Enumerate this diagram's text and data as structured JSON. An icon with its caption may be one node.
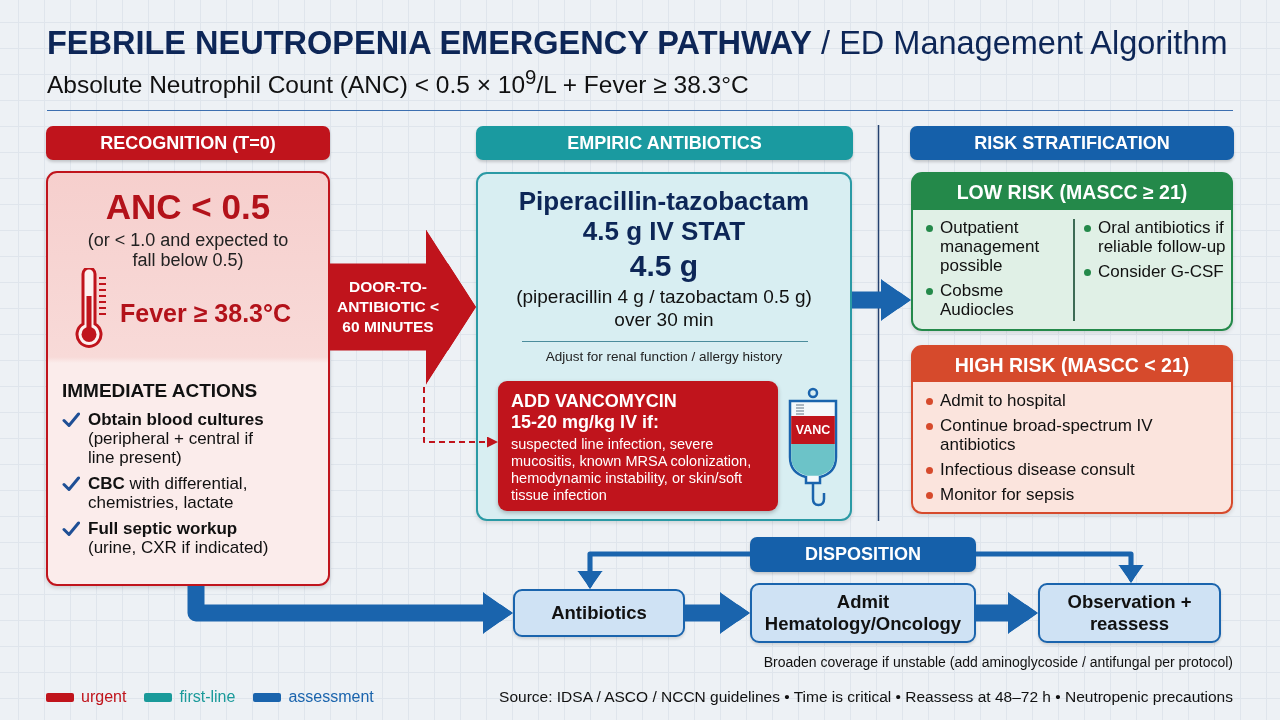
{
  "diagram": {
    "title": "**FEBRILE NEUTROPENIA EMERGENCY PATHWAY** / ED Management Algorithm",
    "nodes": [
      {
        "text": [
          "RECOGNITION (T=0)"
        ]
      },
      {
        "text": [
          "ANC < 0.5",
          "(or < 1.0 and expected to fall below 0.5)",
          "Fever ≥ 38.3°C",
          "IMMEDIATE ACTIONS",
          "**Obtain blood cultures** (peripheral + central if line present)",
          "**CBC** with differential, chemistries, lactate",
          "**Full septic workup** (urine, CXR if indicated)"
        ]
      },
      {
        "text": [
          "EMPIRIC ANTIBIOTICS"
        ]
      },
      {
        "text": [
          "Piperacillin-tazobactam 4.5 g IV STAT",
          "4.5 g",
          "(piperacillin 4 g / tazobactam 0.5 g) over 30 min",
          "Adjust for renal function / allergy history"
        ]
      },
      {
        "text": [
          "ADD VANCOMYCIN 15-20 mg/kg IV if:",
          "suspected line infection, severe mucositis, known MRSA colonization, hemodynamic instability, or skin/soft tissue infection"
        ],
        "in": 3
      },
      {
        "text": [
          "VANC"
        ],
        "in": 3
      },
      {
        "text": [
          "RISK STRATIFICATION"
        ]
      },
      {
        "text": [
          "LOW RISK (MASCC ≥ 21)",
          "Outpatient management possible",
          "Cobsme Audiocles",
          "Oral antibiotics if reliable follow-up",
          "Consider G-CSF"
        ]
      },
      {
        "text": [
          "HIGH RISK (MASCC < 21)",
          "Admit to hospital",
          "Continue broad-spectrum IV antibiotics",
          "Infectious disease consult",
          "Monitor for sepsis"
        ]
      },
      {
        "text": [
          "DISPOSITION"
        ]
      },
      {
        "text": [
          "Antibiotics"
        ]
      },
      {
        "text": [
          "Admit Hematology/Oncology"
        ]
      },
      {
        "text": [
          "Observation + reassess"
        ]
      }
    ],
    "edges": [
      {
        "from": 1,
        "to": 3,
        "arrow": "to",
        "label": "DOOR-TO-ANTIBIOTIC < 60 MINUTES",
        "style": "thick",
        "color": "#c0141c"
      },
      {
        "from": null,
        "to": 4,
        "arrow": "to",
        "style": "dashed",
        "color": "#c0141c"
      },
      {
        "from": 3,
        "to": 7,
        "arrow": "to"
      },
      {
        "from": 1,
        "to": 10,
        "arrow": "to"
      },
      {
        "from": 10,
        "to": 11,
        "arrow": "to"
      },
      {
        "from": 11,
        "to": 12,
        "arrow": "to"
      },
      {
        "from": 9,
        "to": 10,
        "arrow": "to"
      },
      {
        "from": 9,
        "to": 12,
        "arrow": "to"
      }
    ],
    "labels": [
      "Absolute Neutrophil Count (ANC) < 0.5 × 10$^{9}$/L + Fever ≥ 38.3°C",
      "Broaden coverage if unstable (add aminoglycoside / antifungal per protocol)",
      "Source: IDSA / ASCO / NCCN guidelines • Time is critical • Reassess at 48–72 h • Neutropenic precautions"
    ],
    "legend": [
      {
        "text": "urgent",
        "color": "#c0141c"
      },
      {
        "text": "first-line",
        "color": "#1a9a9a"
      },
      {
        "text": "assessment",
        "color": "#1a64ad"
      }
    ]
  }
}
